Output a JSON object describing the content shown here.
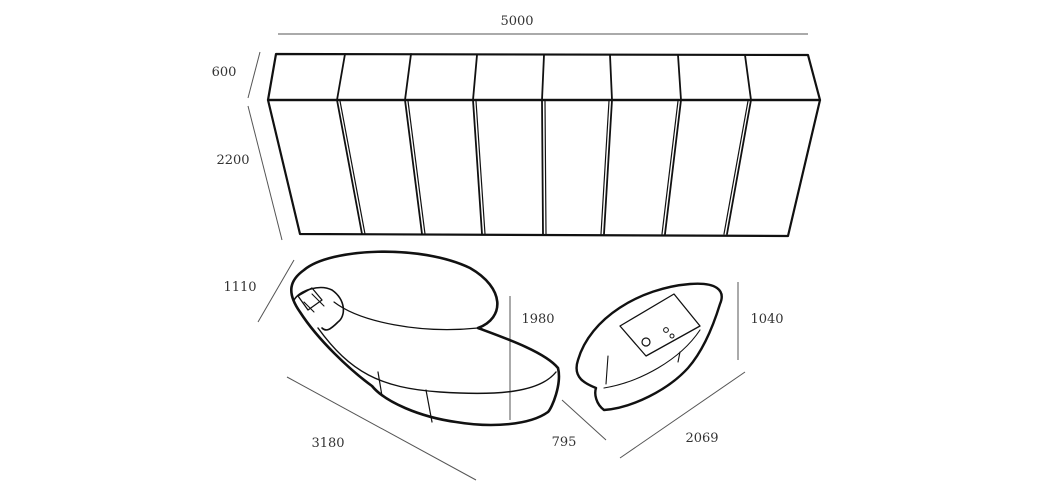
{
  "colors": {
    "ink": "#111111",
    "dimension_line": "#555555",
    "text": "#333333",
    "background": "#ffffff"
  },
  "cabinet": {
    "width_label": "5000",
    "depth_label": "600",
    "height_label": "2200",
    "door_count": 8
  },
  "reception_counter": {
    "height_label": "1110",
    "counter_height_label": "1980",
    "length_label": "3180"
  },
  "side_desk": {
    "height_label": "1040",
    "depth_label": "795",
    "length_label": "2069"
  }
}
